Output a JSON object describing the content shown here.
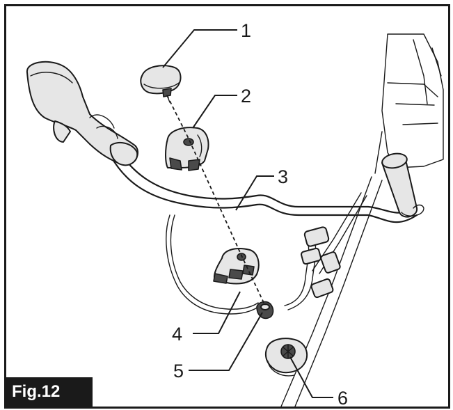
{
  "figure": {
    "label": "Fig.12",
    "callouts": [
      {
        "id": "1",
        "text": "1"
      },
      {
        "id": "2",
        "text": "2"
      },
      {
        "id": "3",
        "text": "3"
      },
      {
        "id": "4",
        "text": "4"
      },
      {
        "id": "5",
        "text": "5"
      },
      {
        "id": "6",
        "text": "6"
      }
    ]
  },
  "colors": {
    "ink": "#1a1a1a",
    "part_fill": "#e6e6e6",
    "dark_part": "#4a4a4a",
    "background": "#ffffff"
  }
}
